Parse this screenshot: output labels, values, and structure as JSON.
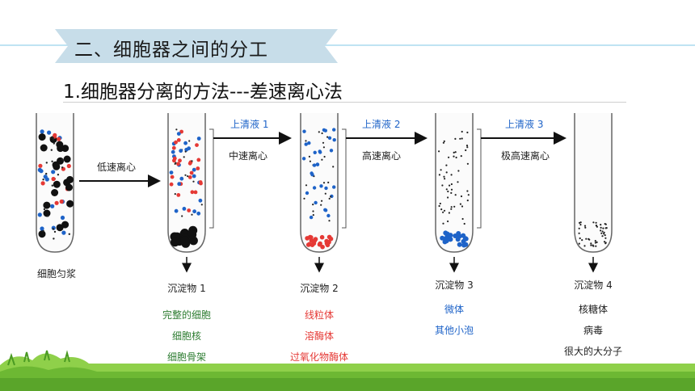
{
  "title": "二、细胞器之间的分工",
  "subtitle": "1.细胞器分离的方法---差速离心法",
  "homogenate_label": "细胞匀浆",
  "steps": [
    {
      "supernatant": "",
      "method": "低速离心"
    },
    {
      "supernatant": "上清液 1",
      "method": "中速离心"
    },
    {
      "supernatant": "上清液 2",
      "method": "高速离心"
    },
    {
      "supernatant": "上清液 3",
      "method": "极高速离心"
    }
  ],
  "sediments": [
    {
      "label": "沉淀物 1",
      "items": [
        "完整的细胞",
        "细胞核",
        "细胞骨架"
      ],
      "color": "#2e7d32"
    },
    {
      "label": "沉淀物 2",
      "items": [
        "线粒体",
        "溶酶体",
        "过氧化物酶体"
      ],
      "color": "#e53935"
    },
    {
      "label": "沉淀物 3",
      "items": [
        "微体",
        "其他小泡"
      ],
      "color": "#1e63c8"
    },
    {
      "label": "沉淀物 4",
      "items": [
        "核糖体",
        "病毒",
        "很大的大分子"
      ],
      "color": "#222222"
    }
  ],
  "colors": {
    "banner": "#c7dde9",
    "arrow": "#111111",
    "grass": "#7cc63a"
  }
}
